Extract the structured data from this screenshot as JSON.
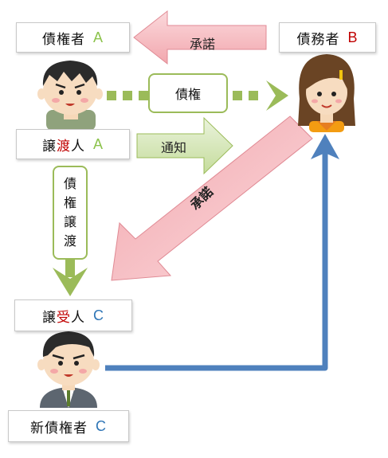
{
  "labels": {
    "creditor_a": {
      "text": "債権者",
      "letter": "A"
    },
    "debtor_b": {
      "text": "債務者",
      "letter": "B"
    },
    "transferor": {
      "pre": "譲",
      "highlight": "渡",
      "post": "人",
      "letter": "A"
    },
    "transferee": {
      "pre": "譲",
      "highlight": "受",
      "post": "人",
      "letter": "C"
    },
    "new_creditor": {
      "text": "新債権者",
      "letter": "C"
    }
  },
  "arrows": {
    "consent_top": "承諾",
    "claim": "債権",
    "notice": "通知",
    "consent_diagonal": "承諾",
    "claim_transfer": [
      "債",
      "権",
      "譲",
      "渡"
    ]
  },
  "colors": {
    "green": "#9bbb59",
    "pink": "#f4b6bc",
    "blue": "#4f81bd",
    "red_text": "#c00000",
    "blue_text": "#2e75b6",
    "green_text": "#8cc34c"
  }
}
